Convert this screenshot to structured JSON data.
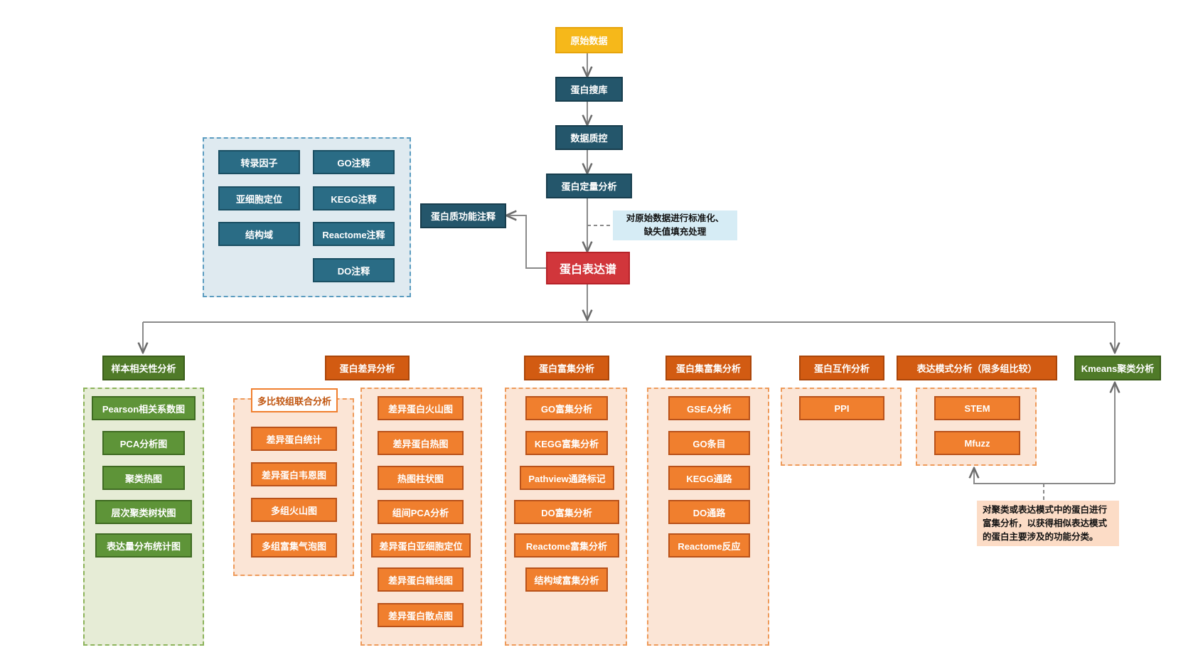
{
  "main_flow": {
    "raw_data": "原始数据",
    "db_search": "蛋白搜库",
    "qc": "数据质控",
    "quant": "蛋白定量分析",
    "profile": "蛋白表达谱",
    "function_annotation": "蛋白质功能注释",
    "normalize_note": "对原始数据进行标准化、缺失值填充处理"
  },
  "annotation_items": [
    "转录因子",
    "GO注释",
    "亚细胞定位",
    "KEGG注释",
    "结构域",
    "Reactome注释",
    "DO注释"
  ],
  "categories": [
    {
      "title": "样本相关性分析",
      "items": [
        "Pearson相关系数图",
        "PCA分析图",
        "聚类热图",
        "层次聚类树状图",
        "表达量分布统计图"
      ]
    },
    {
      "title": "蛋白差异分析",
      "multi_group_label": "多比较组联合分析",
      "left_items": [
        "差异蛋白统计",
        "差异蛋白韦恩图",
        "多组火山图",
        "多组富集气泡图"
      ],
      "right_items": [
        "差异蛋白火山图",
        "差异蛋白热图",
        "热图柱状图",
        "组间PCA分析",
        "差异蛋白亚细胞定位",
        "差异蛋白箱线图",
        "差异蛋白散点图"
      ]
    },
    {
      "title": "蛋白富集分析",
      "items": [
        "GO富集分析",
        "KEGG富集分析",
        "Pathview通路标记",
        "DO富集分析",
        "Reactome富集分析",
        "结构域富集分析"
      ]
    },
    {
      "title": "蛋白集富集分析",
      "items": [
        "GSEA分析",
        "GO条目",
        "KEGG通路",
        "DO通路",
        "Reactome反应"
      ]
    },
    {
      "title": "蛋白互作分析",
      "items": [
        "PPI"
      ]
    },
    {
      "title": "表达模式分析（限多组比较）",
      "items": [
        "STEM",
        "Mfuzz"
      ]
    },
    {
      "title": "Kmeans聚类分析",
      "items": []
    }
  ],
  "cluster_note": "对聚类或表达模式中的蛋白进行富集分析，以获得相似表达模式的蛋白主要涉及的功能分类。",
  "colors": {
    "teal": "#2a6c85",
    "yellow": "#f6b81a",
    "red": "#d1363b",
    "orange": "#f07f2e",
    "orange_header": "#d25b12",
    "green": "#5e9438",
    "green_header": "#4f7a28"
  }
}
